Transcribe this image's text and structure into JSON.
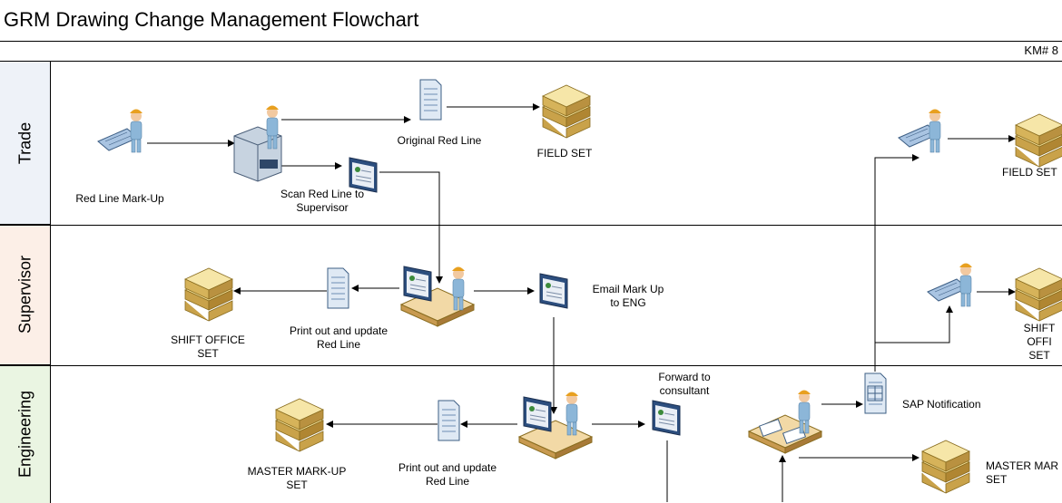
{
  "title": "GRM Drawing Change Management Flowchart",
  "doc_number": "KM# 8",
  "lanes": [
    {
      "name": "Trade",
      "color": "#eef2f8"
    },
    {
      "name": "Supervisor",
      "color": "#fcefe7"
    },
    {
      "name": "Engineering",
      "color": "#eaf5e2"
    }
  ],
  "labels": {
    "red_line_markup": "Red Line Mark-Up",
    "scan_red_line": "Scan Red Line to\nSupervisor",
    "original_red_line": "Original Red Line",
    "field_set": "FIELD SET",
    "field_set_right": "FIELD SET",
    "shift_office_set": "SHIFT OFFICE\nSET",
    "shift_office_set_right": "SHIFT OFFI\nSET",
    "print_update_sup": "Print out and update\nRed Line",
    "email_markup": "Email Mark Up\nto ENG",
    "forward_consultant": "Forward to\nconsultant",
    "sap_notification": "SAP Notification",
    "master_markup_set": "MASTER MARK-UP\nSET",
    "print_update_eng": "Print out and update\nRed Line",
    "master_mar_right": "MASTER MAR\nSET"
  }
}
